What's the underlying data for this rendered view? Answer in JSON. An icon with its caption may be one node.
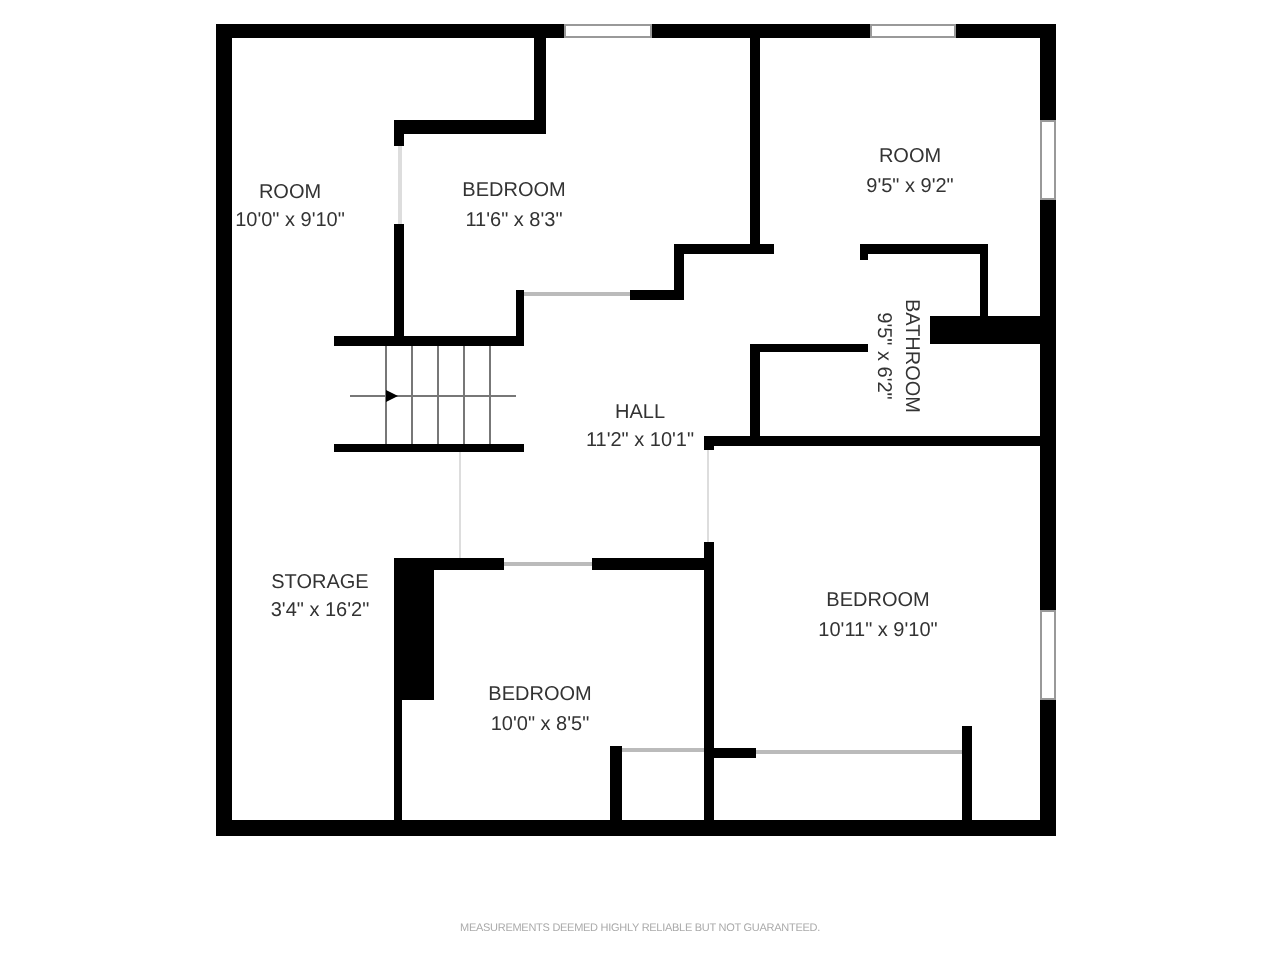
{
  "diagram": {
    "labels": [
      "ROOM",
      "10'0\" x 9'10\"",
      "BEDROOM",
      "11'6\" x 8'3\"",
      "ROOM",
      "9'5\" x 9'2\"",
      "BATHROOM",
      "9'5\" x 6'2\"",
      "HALL",
      "11'2\" x 10'1\"",
      "STORAGE",
      "3'4\" x 16'2\"",
      "BEDROOM",
      "10'11\" x 9'10\"",
      "BEDROOM",
      "10'0\" x 8'5\"",
      "MEASUREMENTS DEEMED HIGHLY RELIABLE BUT NOT GUARANTEED."
    ]
  }
}
